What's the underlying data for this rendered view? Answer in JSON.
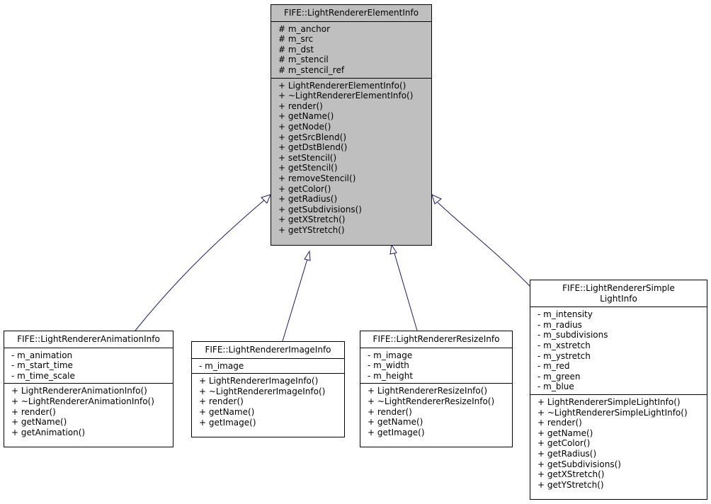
{
  "classes": {
    "base": {
      "title": [
        "FIFE::LightRendererElementInfo"
      ],
      "attributes": [
        "# m_anchor",
        "# m_src",
        "# m_dst",
        "# m_stencil",
        "# m_stencil_ref"
      ],
      "methods": [
        "+ LightRendererElementInfo()",
        "+ ~LightRendererElementInfo()",
        "+ render()",
        "+ getName()",
        "+ getNode()",
        "+ getSrcBlend()",
        "+ getDstBlend()",
        "+ setStencil()",
        "+ getStencil()",
        "+ removeStencil()",
        "+ getColor()",
        "+ getRadius()",
        "+ getSubdivisions()",
        "+ getXStretch()",
        "+ getYStretch()"
      ]
    },
    "animation": {
      "title": [
        "FIFE::LightRendererAnimationInfo"
      ],
      "attributes": [
        "- m_animation",
        "- m_start_time",
        "- m_time_scale"
      ],
      "methods": [
        "+ LightRendererAnimationInfo()",
        "+ ~LightRendererAnimationInfo()",
        "+ render()",
        "+ getName()",
        "+ getAnimation()"
      ]
    },
    "image": {
      "title": [
        "FIFE::LightRendererImageInfo"
      ],
      "attributes": [
        "- m_image"
      ],
      "methods": [
        "+ LightRendererImageInfo()",
        "+ ~LightRendererImageInfo()",
        "+ render()",
        "+ getName()",
        "+ getImage()"
      ]
    },
    "resize": {
      "title": [
        "FIFE::LightRendererResizeInfo"
      ],
      "attributes": [
        "- m_image",
        "- m_width",
        "- m_height"
      ],
      "methods": [
        "+ LightRendererResizeInfo()",
        "+ ~LightRendererResizeInfo()",
        "+ render()",
        "+ getName()",
        "+ getImage()"
      ]
    },
    "simple": {
      "title": [
        "FIFE::LightRendererSimple",
        "LightInfo"
      ],
      "attributes": [
        "- m_intensity",
        "- m_radius",
        "- m_subdivisions",
        "- m_xstretch",
        "- m_ystretch",
        "- m_red",
        "- m_green",
        "- m_blue"
      ],
      "methods": [
        "+ LightRendererSimpleLightInfo()",
        "+ ~LightRendererSimpleLightInfo()",
        "+ render()",
        "+ getName()",
        "+ getColor()",
        "+ getRadius()",
        "+ getSubdivisions()",
        "+ getXStretch()",
        "+ getYStretch()"
      ]
    }
  },
  "colors": {
    "base_fill": "#bfbfbf",
    "edge": "#191970"
  },
  "edges": [
    {
      "from": "animation",
      "to": "base",
      "type": "inheritance"
    },
    {
      "from": "image",
      "to": "base",
      "type": "inheritance"
    },
    {
      "from": "resize",
      "to": "base",
      "type": "inheritance"
    },
    {
      "from": "simple",
      "to": "base",
      "type": "inheritance"
    }
  ]
}
